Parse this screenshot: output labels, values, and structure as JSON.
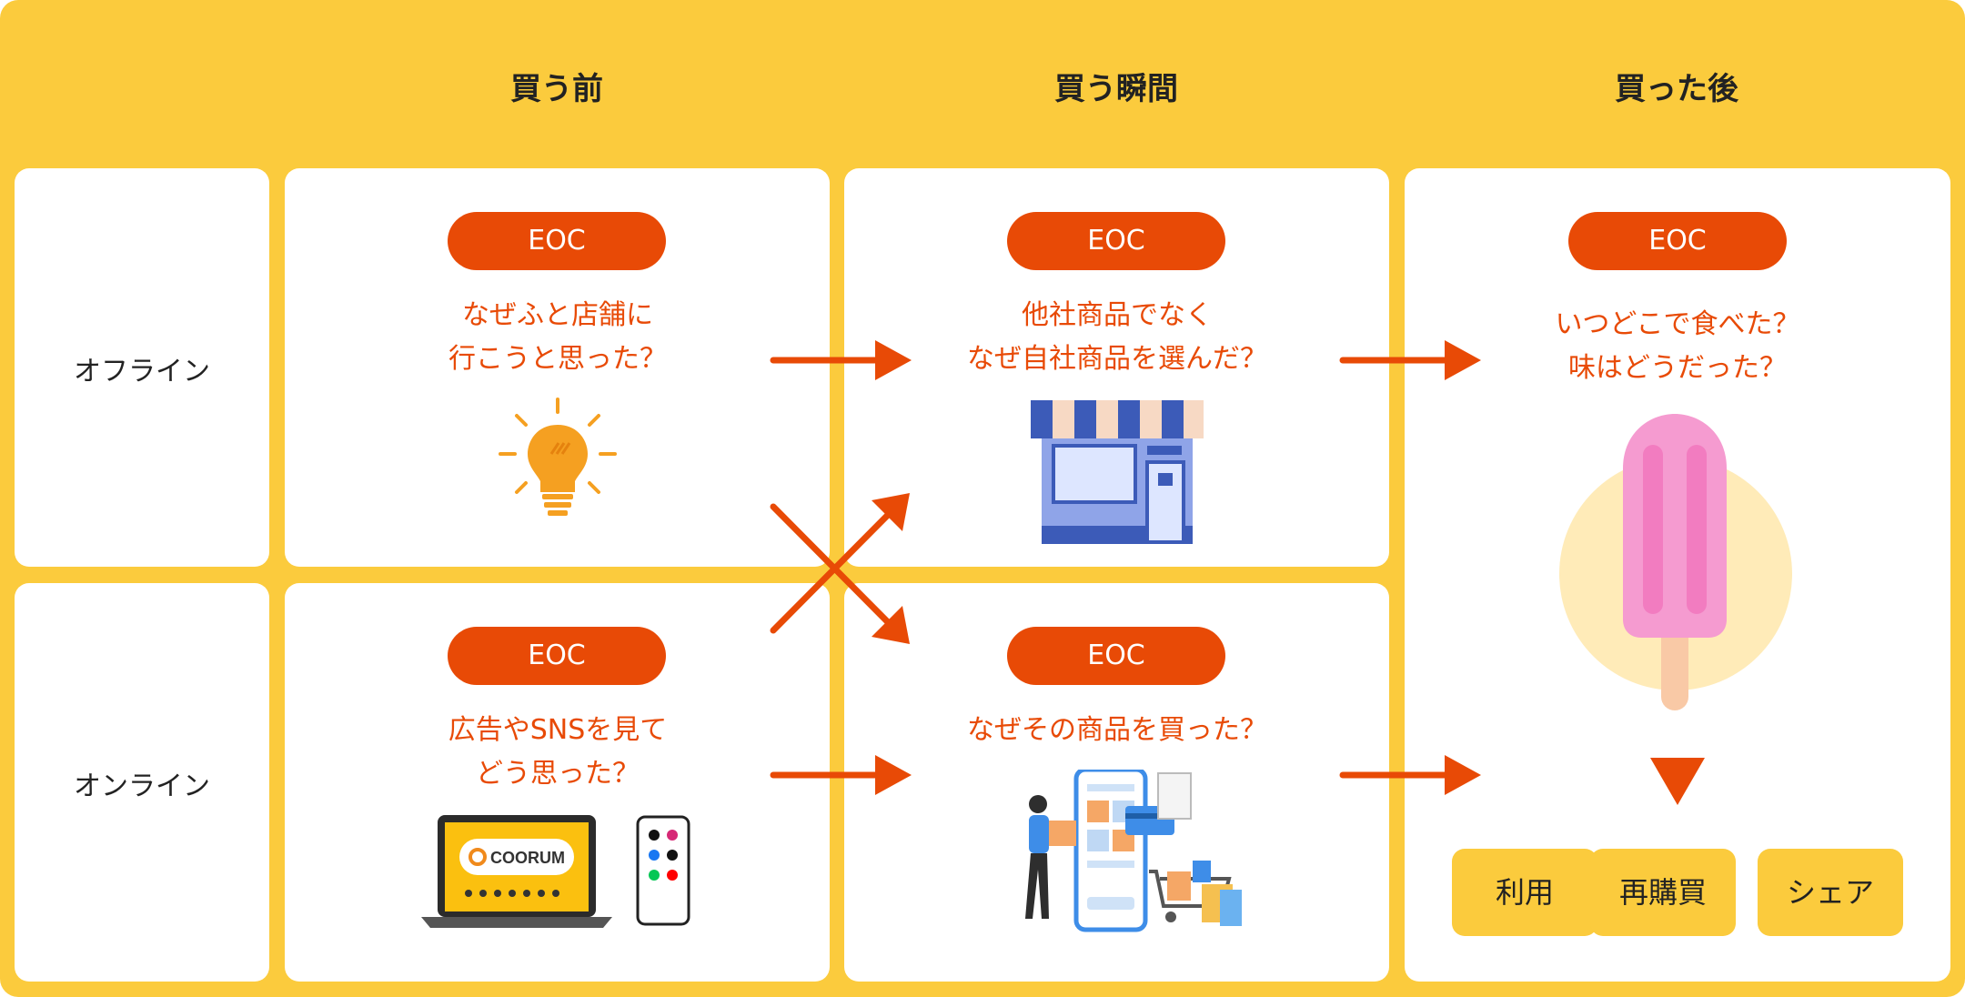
{
  "columns": {
    "before": "買う前",
    "moment": "買う瞬間",
    "after": "買った後"
  },
  "rows": {
    "offline": "オフライン",
    "online": "オンライン"
  },
  "cards": {
    "offline_before": {
      "badge": "EOC",
      "question": "なぜふと店舗に\n行こうと思った？"
    },
    "offline_moment": {
      "badge": "EOC",
      "question": "他社商品でなく\nなぜ自社商品を選んだ？"
    },
    "online_before": {
      "badge": "EOC",
      "question": "広告やSNSを見て\nどう思った？"
    },
    "online_moment": {
      "badge": "EOC",
      "question": "なぜその商品を買った？"
    },
    "after": {
      "badge": "EOC",
      "question": "いつどこで食べた？\n味はどうだった？"
    }
  },
  "laptop_logo": "COORUM",
  "actions": [
    "利用",
    "再購買",
    "シェア"
  ],
  "colors": {
    "background": "#FBCB3D",
    "accent": "#E84A06",
    "card": "#FFFFFF"
  },
  "icons": [
    "lightbulb-icon",
    "storefront-icon",
    "laptop-icon",
    "smartphone-icon",
    "mobile-shopping-icon",
    "popsicle-icon",
    "down-arrow-icon"
  ]
}
